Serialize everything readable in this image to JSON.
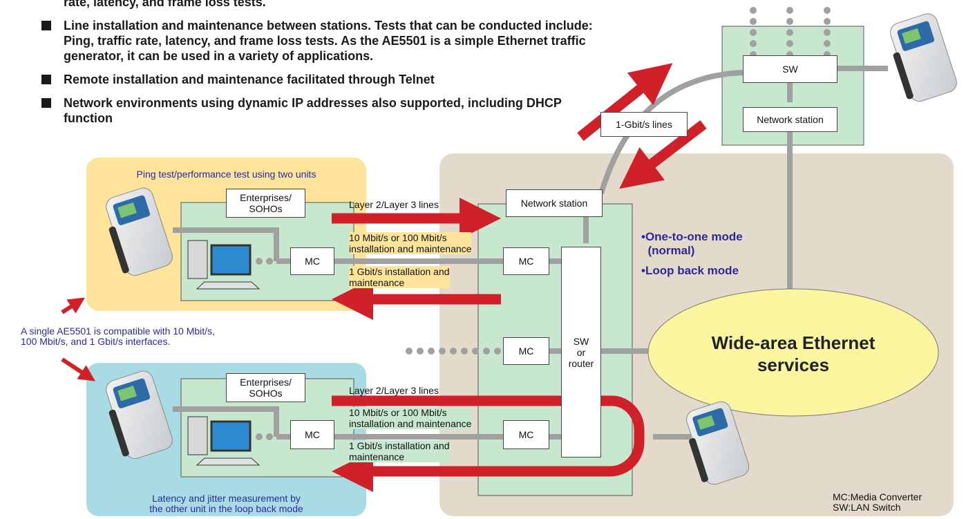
{
  "bullets": {
    "first_tail": "rate, latency, and frame loss tests.",
    "items": [
      "Line installation and maintenance between stations. Tests that can be conducted include: Ping, traffic rate, latency, and frame loss tests. As the AE5501 is a simple Ethernet traffic generator, it can be used in a variety of applications.",
      "Remote installation and maintenance facilitated through Telnet",
      "Network environments using dynamic IP addresses also supported, including DHCP function"
    ]
  },
  "top_panel": {
    "ping_title": "Ping test/performance test using two units",
    "enterprises": "Enterprises/\nSOHOs",
    "mc": "MC",
    "layer_lines": "Layer 2/Layer 3 lines",
    "speed_10_100": "10 Mbit/s or 100 Mbit/s\ninstallation and maintenance",
    "speed_1g": "1 Gbit/s installation and\nmaintenance"
  },
  "bottom_panel": {
    "title": "Latency and jitter measurement by\nthe other unit in the loop back mode",
    "enterprises": "Enterprises/\nSOHOs",
    "mc": "MC",
    "layer_lines": "Layer 2/Layer 3 lines",
    "speed_10_100": "10 Mbit/s or 100 Mbit/s\ninstallation and maintenance",
    "speed_1g": "1 Gbit/s installation and\nmaintenance"
  },
  "compat_note": "A single AE5501 is compatible with 10 Mbit/s,\n100 Mbit/s, and 1 Gbit/s interfaces.",
  "network": {
    "station_main": "Network station",
    "mc": "MC",
    "sw_router": "SW\nor\nrouter",
    "modes": [
      "•One-to-one mode\n  (normal)",
      "•Loop back mode"
    ],
    "wan": "Wide-area Ethernet\nservices",
    "link_label": "1-Gbit/s lines",
    "remote_sw": "SW",
    "remote_station": "Network station"
  },
  "legend": {
    "mc": "MC:Media Converter",
    "sw": "SW:LAN Switch"
  },
  "colors": {
    "yellow_panel": "#fde49a",
    "cyan_panel": "#a9dbe4",
    "green_panel": "#c7e8cf",
    "tan_panel": "#e3dacb",
    "red_arrow": "#d0202a",
    "wan_fill": "#fbf5a0",
    "gray_line": "#a0a0a0",
    "blue_text": "#2a2a9a"
  }
}
